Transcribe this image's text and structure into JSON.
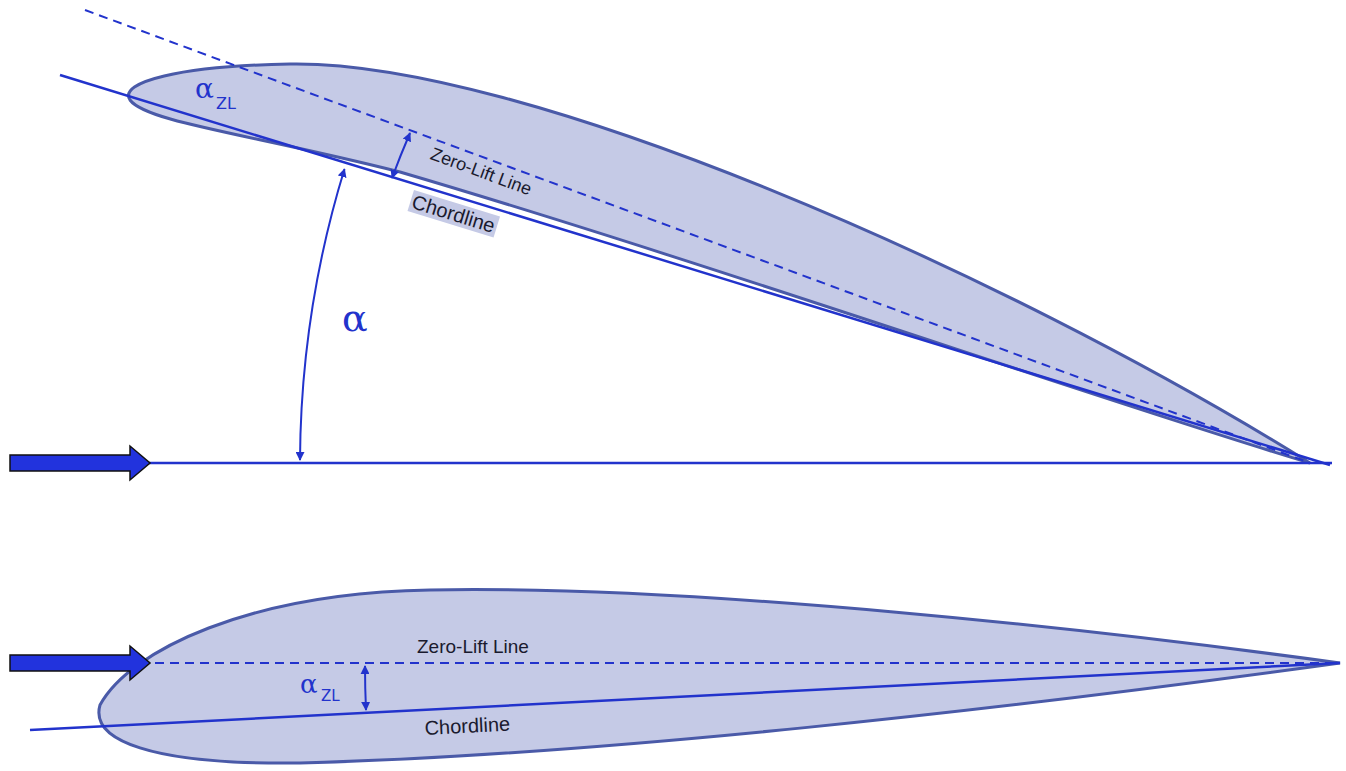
{
  "diagram": {
    "labels": [
      "α",
      "ZL",
      "Zero-Lift Line",
      "Chordline",
      "α",
      "Zero-Lift Line",
      "α",
      "ZL",
      "Chordline"
    ]
  }
}
